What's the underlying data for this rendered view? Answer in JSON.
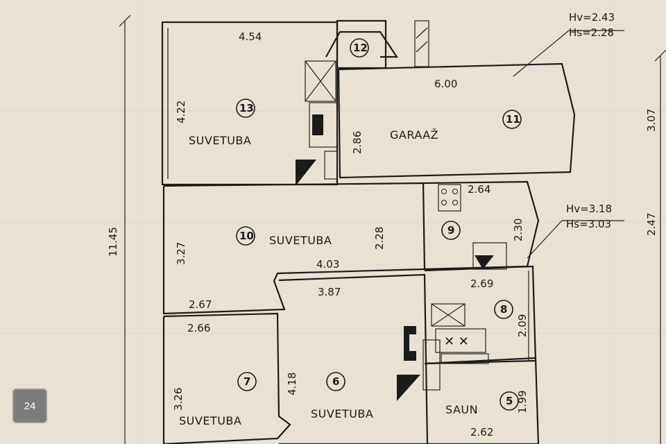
{
  "badge": {
    "text": "24"
  },
  "overall_dims": {
    "left_total": "11.45",
    "right_a": "3.07",
    "right_b": "2.47"
  },
  "annotations": {
    "heights_top": {
      "hv": "Hv=2.43",
      "hs": "Hs=2.28"
    },
    "heights_mid": {
      "hv": "Hv=3.18",
      "hs": "Hs=3.03"
    }
  },
  "rooms": [
    {
      "id": "13",
      "label": "SUVETUBA",
      "dims": [
        "4.54",
        "4.22"
      ]
    },
    {
      "id": "12",
      "label": "",
      "dims": []
    },
    {
      "id": "11",
      "label": "GARAAŽ",
      "dims": [
        "6.00",
        "2.86"
      ]
    },
    {
      "id": "10",
      "label": "SUVETUBA",
      "dims": [
        "3.27",
        "2.28",
        "4.03",
        "2.67"
      ]
    },
    {
      "id": "9",
      "label": "",
      "dims": [
        "2.64",
        "2.30"
      ]
    },
    {
      "id": "8",
      "label": "",
      "dims": [
        "2.69",
        "2.09"
      ]
    },
    {
      "id": "7",
      "label": "SUVETUBA",
      "dims": [
        "2.66",
        "3.26"
      ]
    },
    {
      "id": "6",
      "label": "SUVETUBA",
      "dims": [
        "3.87",
        "4.18"
      ]
    },
    {
      "id": "5",
      "label": "SAUN",
      "dims": [
        "1.99",
        "2.62"
      ]
    }
  ]
}
